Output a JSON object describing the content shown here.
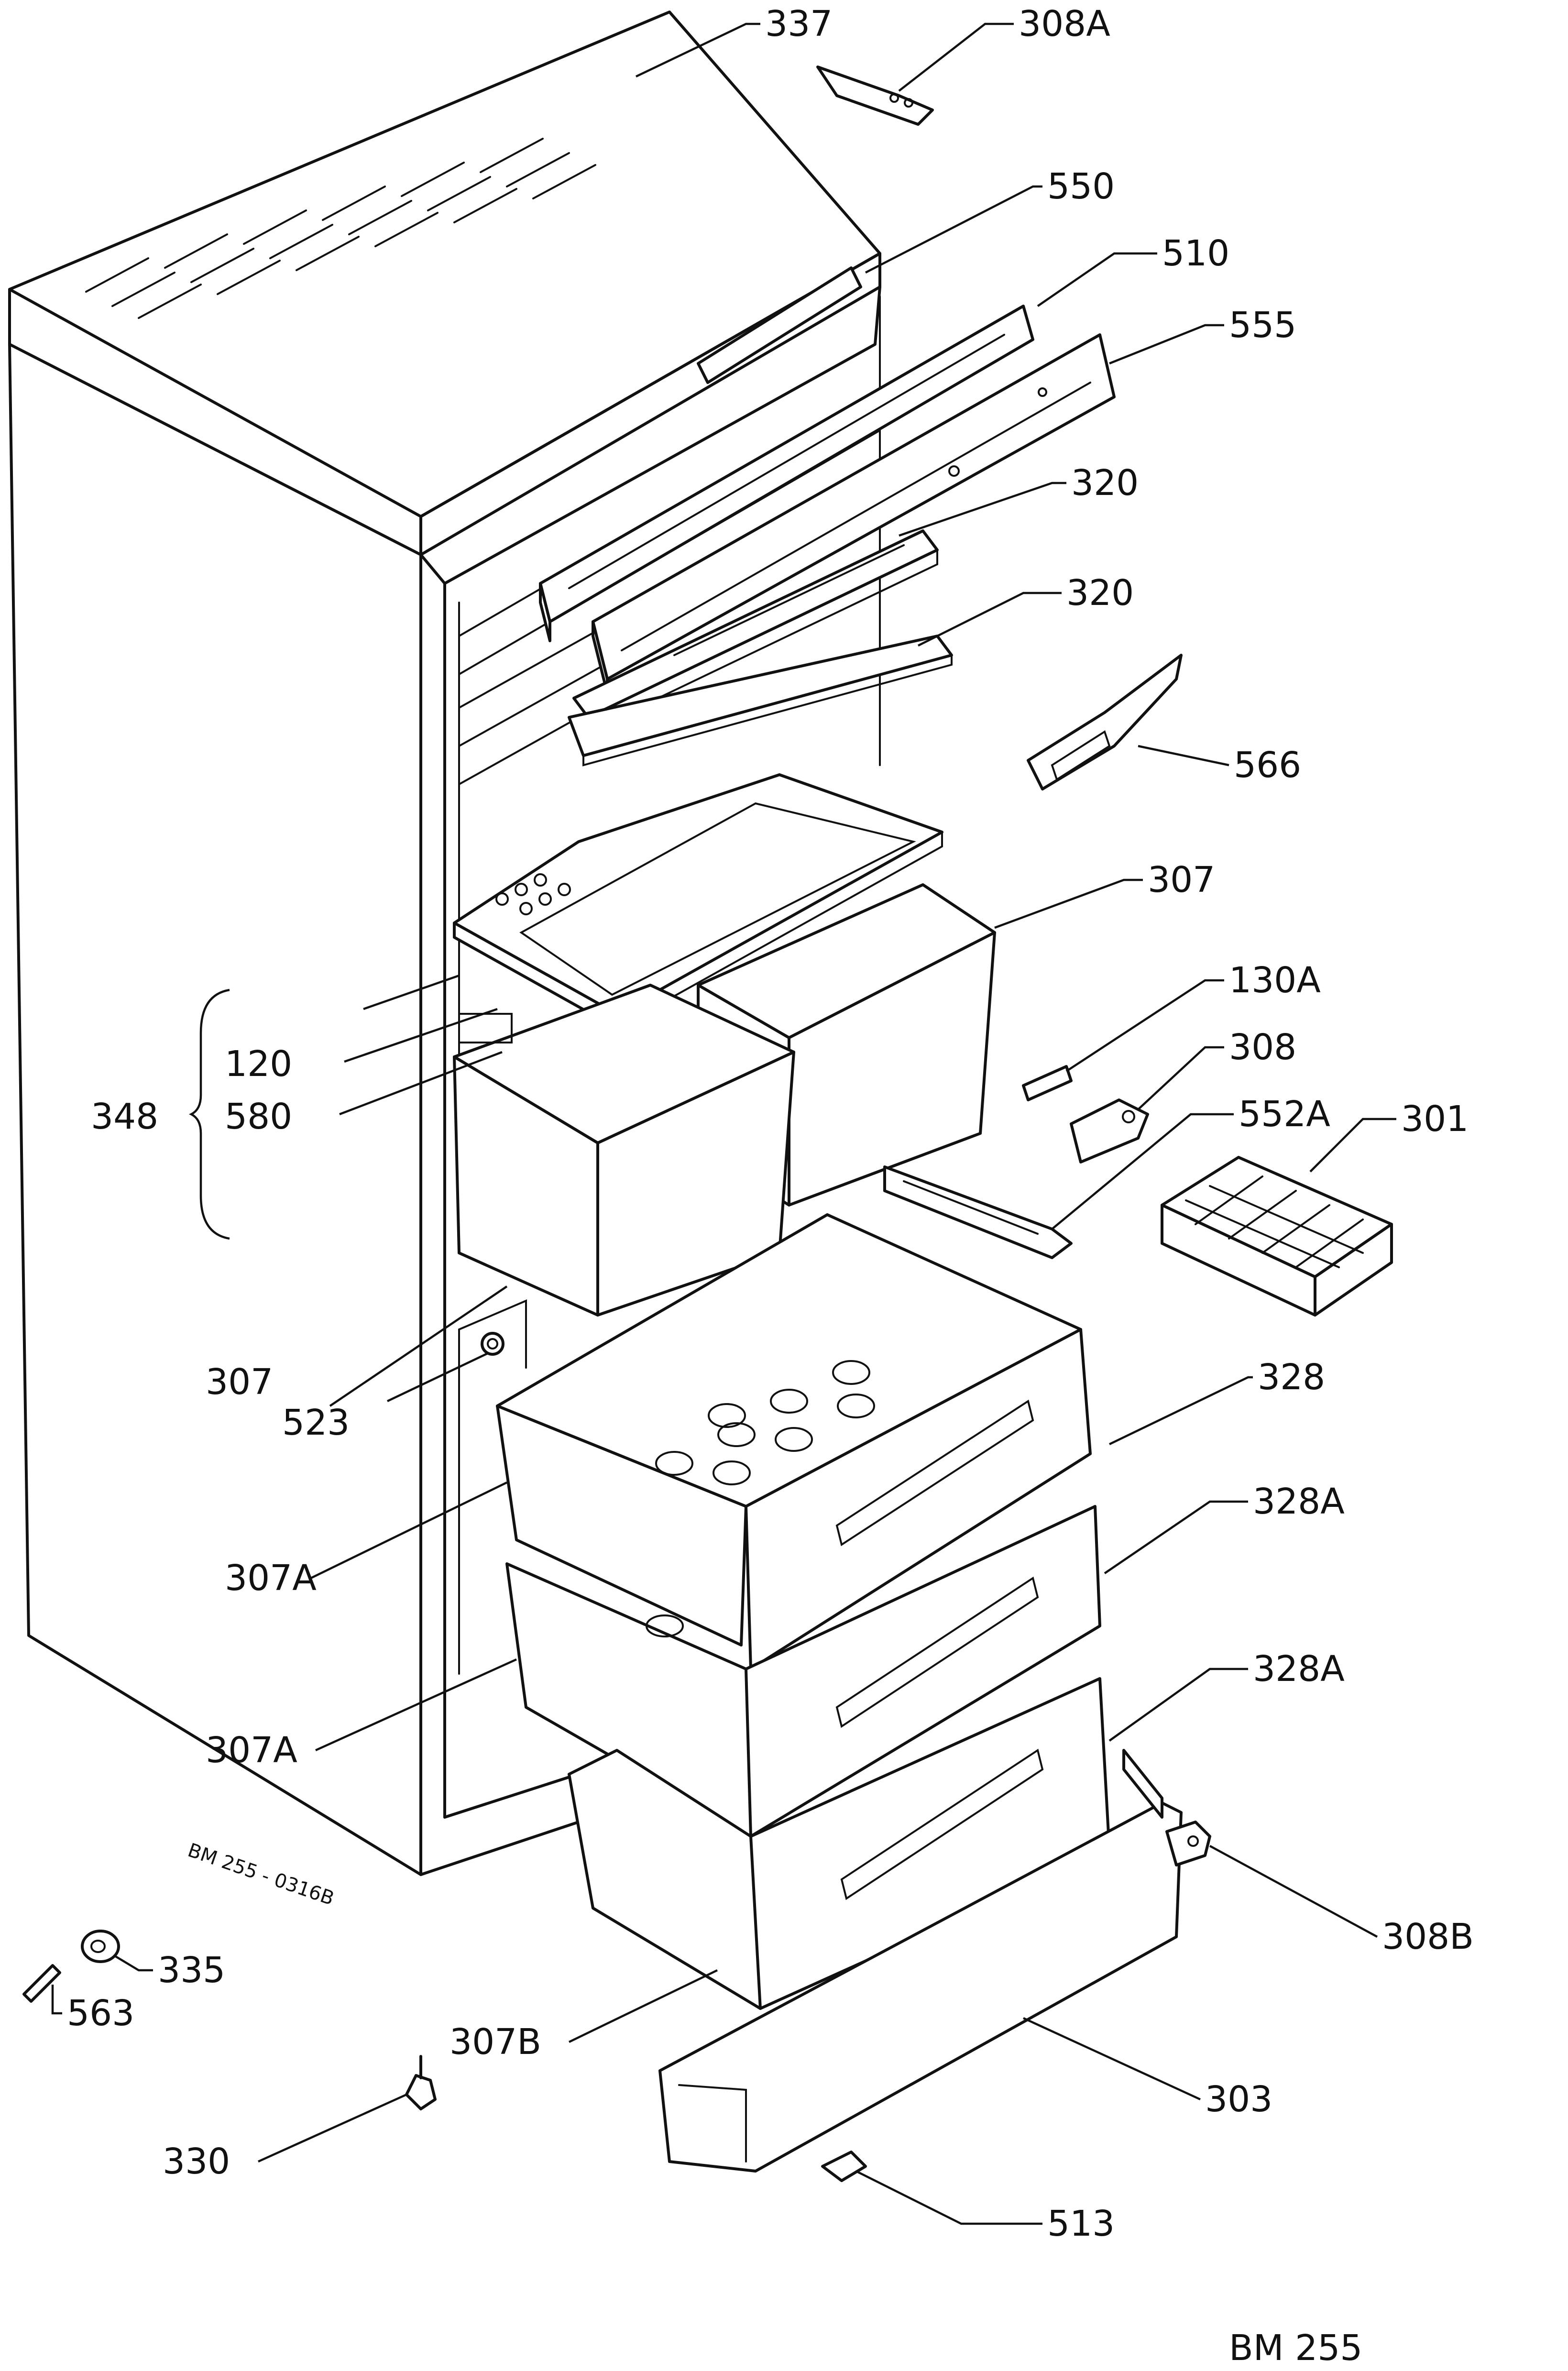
{
  "drawing_code": "BM 255",
  "stamp_text": "BM 255 - 0316B",
  "parts": [
    {
      "id": "p337",
      "label": "337"
    },
    {
      "id": "p308A",
      "label": "308A"
    },
    {
      "id": "p550",
      "label": "550"
    },
    {
      "id": "p510",
      "label": "510"
    },
    {
      "id": "p555",
      "label": "555"
    },
    {
      "id": "p320a",
      "label": "320"
    },
    {
      "id": "p320b",
      "label": "320"
    },
    {
      "id": "p566",
      "label": "566"
    },
    {
      "id": "p307a",
      "label": "307"
    },
    {
      "id": "p130A",
      "label": "130A"
    },
    {
      "id": "p308",
      "label": "308"
    },
    {
      "id": "p552A",
      "label": "552A"
    },
    {
      "id": "p301",
      "label": "301"
    },
    {
      "id": "p120",
      "label": "120"
    },
    {
      "id": "p580",
      "label": "580"
    },
    {
      "id": "p348",
      "label": "348"
    },
    {
      "id": "p307b",
      "label": "307"
    },
    {
      "id": "p523",
      "label": "523"
    },
    {
      "id": "p328",
      "label": "328"
    },
    {
      "id": "p307Aa",
      "label": "307A"
    },
    {
      "id": "p328Aa",
      "label": "328A"
    },
    {
      "id": "p307Ab",
      "label": "307A"
    },
    {
      "id": "p328Ab",
      "label": "328A"
    },
    {
      "id": "p308B",
      "label": "308B"
    },
    {
      "id": "p335",
      "label": "335"
    },
    {
      "id": "p563",
      "label": "563"
    },
    {
      "id": "p307B",
      "label": "307B"
    },
    {
      "id": "p303",
      "label": "303"
    },
    {
      "id": "p330",
      "label": "330"
    },
    {
      "id": "p513",
      "label": "513"
    }
  ]
}
